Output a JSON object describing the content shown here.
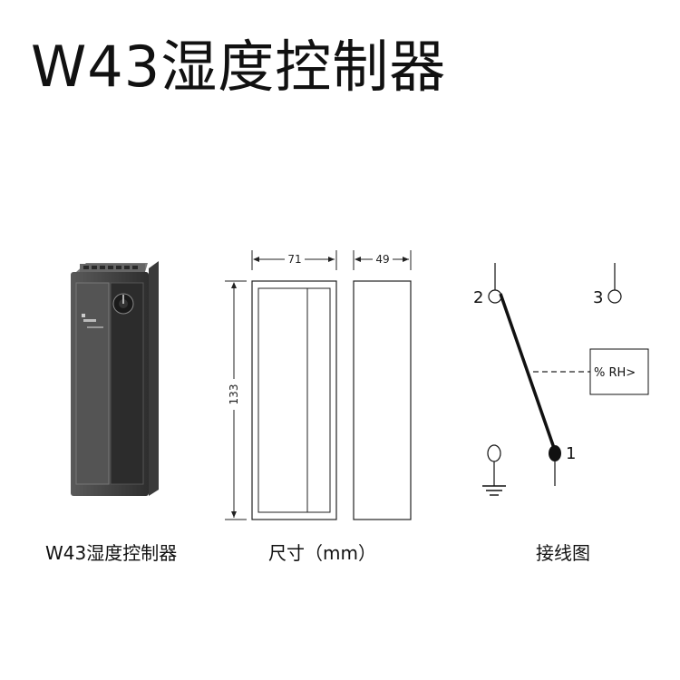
{
  "title": "W43湿度控制器",
  "captions": {
    "product": "W43湿度控制器",
    "dimensions": "尺寸（mm）",
    "wiring": "接线图"
  },
  "dimensions": {
    "width": "71",
    "depth": "49",
    "height": "133"
  },
  "wiring": {
    "terminal_2": "2",
    "terminal_3": "3",
    "terminal_1": "1",
    "sensor_label": "% RH>"
  },
  "colors": {
    "device_body": "#4a4a4a",
    "line": "#111111"
  }
}
